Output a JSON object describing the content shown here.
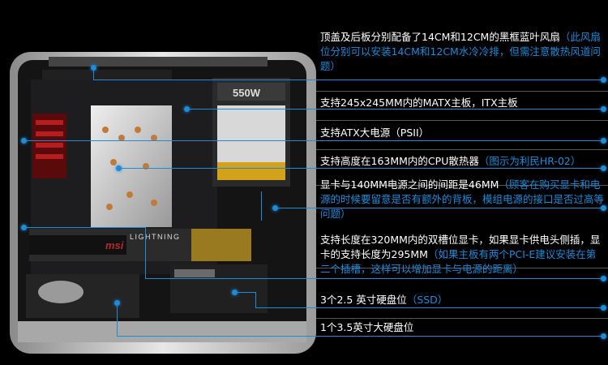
{
  "photo": {
    "psu_wattage": "550W",
    "gpu_brand": "msi",
    "gpu_model": "LIGHTNING"
  },
  "annotations": [
    {
      "main": "顶盖及后板分别配备了14CM和12CM的黑框蓝叶风扇",
      "note": "（此风扇位分别可以安装14CM和12CM水冷冷排，但需注意散热风道问题）"
    },
    {
      "main": "支持245x245MM内的MATX主板，ITX主板",
      "note": ""
    },
    {
      "main": "支持ATX大电源（PSII）",
      "note": ""
    },
    {
      "main": "支持高度在163MM内的CPU散热器",
      "note": "（图示为利民HR-02）"
    },
    {
      "main": "显卡与140MM电源之间的间距是46MM",
      "note": "（顾客在购买显卡和电源的时候要留意是否有额外的背板，模组电源的接口是否过高等问题）"
    },
    {
      "main": "支持长度在320MM内的双槽位显卡，如果显卡供电头侧插，显卡的支持长度为295MM",
      "note": "（如果主板有两个PCI-E建议安装在第二个插槽，这样可以增加显卡与电源的距离）"
    },
    {
      "main": "3个2.5 英寸硬盘位",
      "note": "（SSD）"
    },
    {
      "main": "1个3.5英寸大硬盘位",
      "note": ""
    }
  ],
  "colors": {
    "accent": "#1e8bd8",
    "text": "#ffffff",
    "background": "#000000"
  }
}
